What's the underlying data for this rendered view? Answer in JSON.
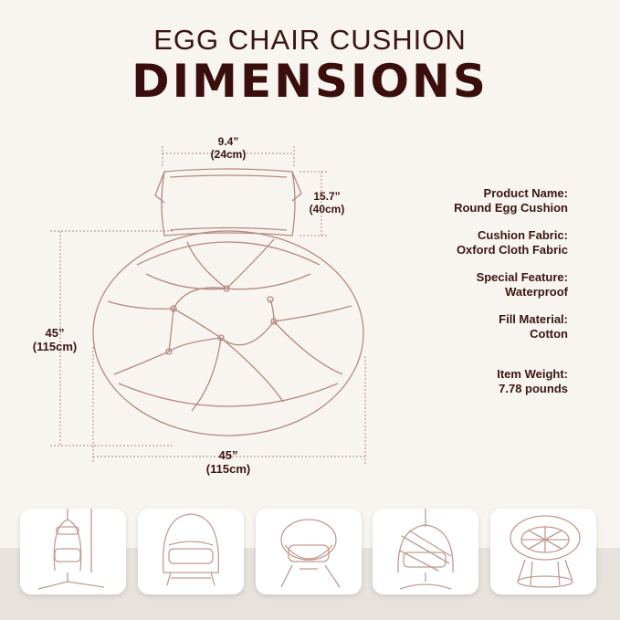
{
  "header": {
    "subtitle": "EGG CHAIR CUSHION",
    "title": "DIMENSIONS"
  },
  "dimensions": {
    "pillow_width": {
      "in": "9.4”",
      "cm": "(24cm)"
    },
    "pillow_height": {
      "in": "15.7”",
      "cm": "(40cm)"
    },
    "cushion_height": {
      "in": "45”",
      "cm": "(115cm)"
    },
    "cushion_width": {
      "in": "45”",
      "cm": "(115cm)"
    }
  },
  "specs": [
    {
      "label": "Product Name:",
      "value": "Round Egg Cushion"
    },
    {
      "label": "Cushion Fabric:",
      "value": "Oxford Cloth Fabric"
    },
    {
      "label": "Special Feature:",
      "value": "Waterproof"
    },
    {
      "label": "Fill Material:",
      "value": "Cotton"
    },
    {
      "label": "Item Weight:",
      "value": "7.78 pounds"
    }
  ],
  "thumbnails": [
    {
      "icon": "hanging-egg-chair-icon"
    },
    {
      "icon": "double-egg-chair-icon"
    },
    {
      "icon": "egg-chair-cushion-icon"
    },
    {
      "icon": "hanging-double-chair-icon"
    },
    {
      "icon": "papasan-chair-icon"
    }
  ],
  "colors": {
    "line": "#b58a80",
    "title": "#3a0e0c",
    "background": "#f8f4f0"
  }
}
